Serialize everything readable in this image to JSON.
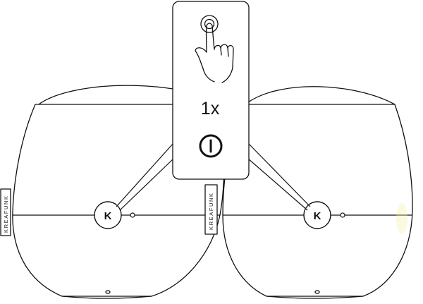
{
  "speakers": [
    {
      "id": "left",
      "brand": "KREAFUNK",
      "badge_letter": "K"
    },
    {
      "id": "right",
      "brand": "KREAFUNK",
      "badge_letter": "K"
    }
  ],
  "callout": {
    "press_count": "1x",
    "gesture_icon": "finger-tap-icon",
    "button_icon": "power-icon"
  },
  "colors": {
    "line": "#111111",
    "background": "#ffffff",
    "glow": "#f4f2a0"
  }
}
